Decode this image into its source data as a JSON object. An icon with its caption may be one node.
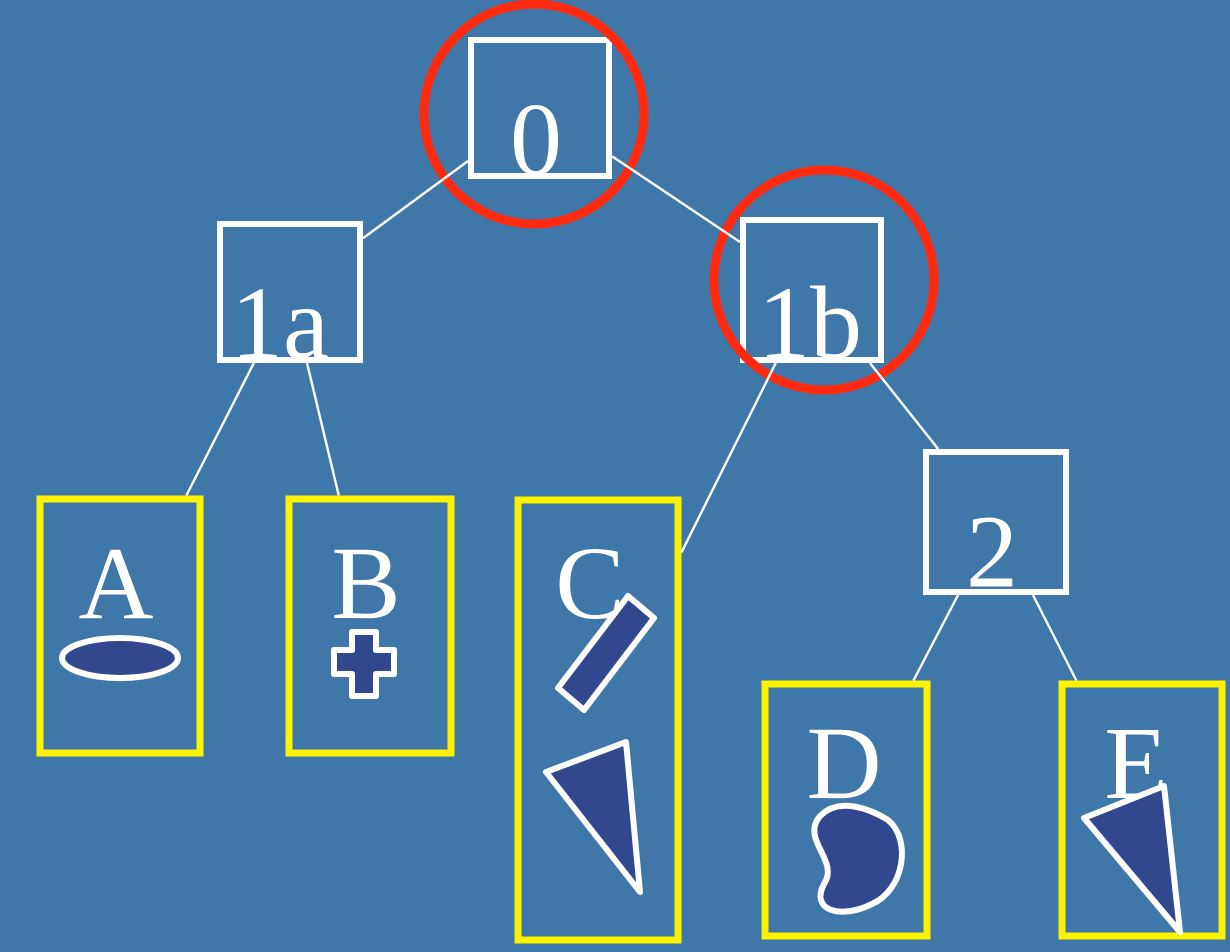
{
  "diagram": {
    "nodes": [
      {
        "text": [
          "0"
        ]
      },
      {
        "text": [
          "1a"
        ]
      },
      {
        "text": [
          "1b"
        ]
      },
      {
        "text": [
          "A"
        ]
      },
      {
        "text": [
          "B"
        ]
      },
      {
        "text": [
          "C"
        ]
      },
      {
        "text": [
          "2"
        ]
      },
      {
        "text": [
          "D"
        ]
      },
      {
        "text": [
          "E"
        ]
      }
    ],
    "edges": [
      {
        "from": 0,
        "to": 1,
        "arrow": "none"
      },
      {
        "from": 0,
        "to": 2,
        "arrow": "none"
      },
      {
        "from": 1,
        "to": 3,
        "arrow": "none"
      },
      {
        "from": 1,
        "to": 4,
        "arrow": "none"
      },
      {
        "from": 2,
        "to": 5,
        "arrow": "none"
      },
      {
        "from": 2,
        "to": 6,
        "arrow": "none"
      },
      {
        "from": 6,
        "to": 7,
        "arrow": "none"
      },
      {
        "from": 6,
        "to": 8,
        "arrow": "none"
      }
    ]
  }
}
